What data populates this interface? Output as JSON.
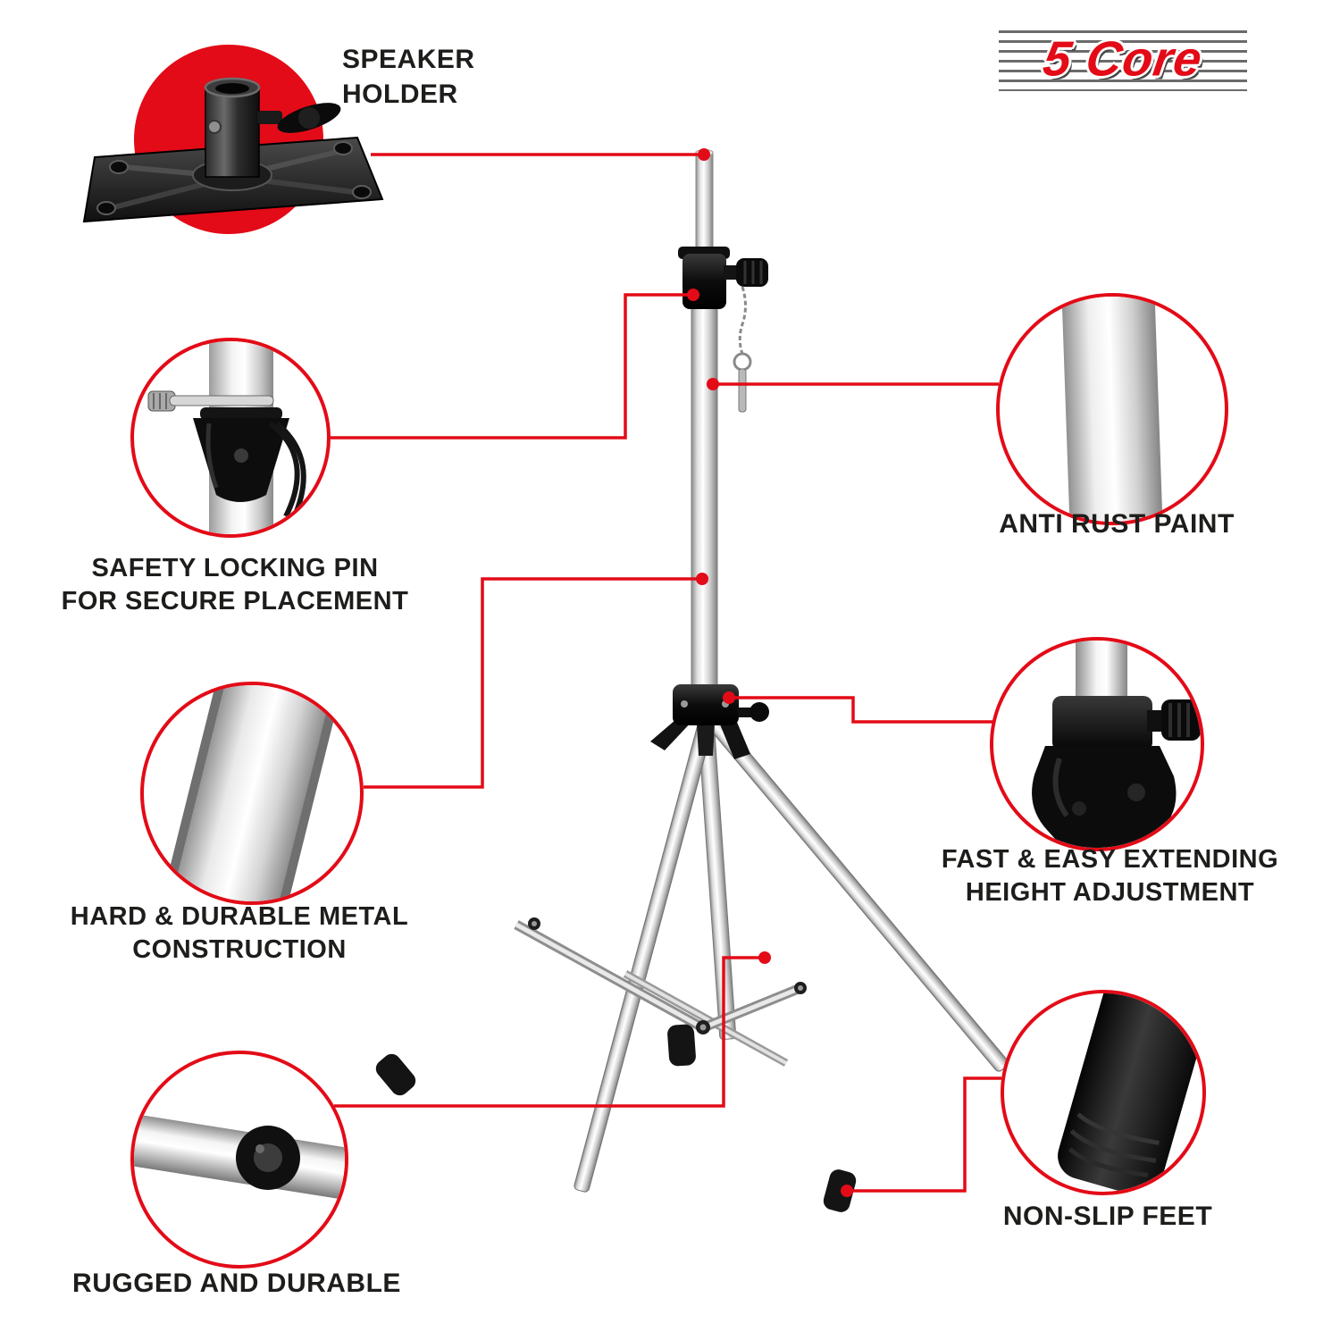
{
  "logo": {
    "text": "5 Core"
  },
  "colors": {
    "accent": "#e30b17",
    "text": "#1d1d1b",
    "stand_silver": "#d9d9d9",
    "stand_black": "#0c0c0c"
  },
  "callouts": {
    "speaker_holder": {
      "line1": "SPEAKER",
      "line2": "HOLDER",
      "image": "speaker-holder-bracket-photo"
    },
    "safety_pin": {
      "line1": "SAFETY LOCKING PIN",
      "line2": "FOR SECURE PLACEMENT",
      "image": "safety-locking-pin-photo"
    },
    "metal_construction": {
      "line1": "HARD & DURABLE METAL",
      "line2": "CONSTRUCTION",
      "image": "metal-pole-photo"
    },
    "rugged": {
      "line1": "RUGGED AND DURABLE",
      "image": "leg-joint-rivet-photo"
    },
    "anti_rust": {
      "line1": "ANTI RUST PAINT",
      "image": "painted-pole-photo"
    },
    "height_adjustment": {
      "line1": "FAST & EASY EXTENDING",
      "line2": "HEIGHT ADJUSTMENT",
      "image": "height-clamp-knob-photo"
    },
    "non_slip_feet": {
      "line1": "NON-SLIP FEET",
      "image": "rubber-foot-photo"
    }
  }
}
